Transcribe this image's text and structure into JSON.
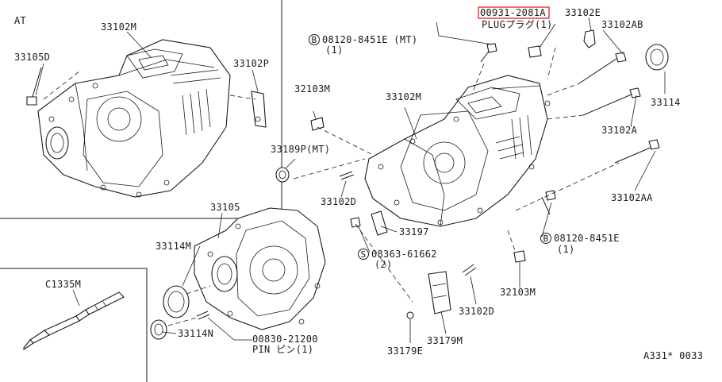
{
  "labels": {
    "at": "AT",
    "p33102M_top": "33102M",
    "p33105D": "33105D",
    "p33102P": "33102P",
    "p33105": "33105",
    "p33114M": "33114M",
    "p33114N": "33114N",
    "pin_code": "00830-21200",
    "pin_name": "PIN ピン(1)",
    "c1335m": "C1335M",
    "plug_code": "00931-2081A",
    "plug_name": "PLUGプラグ(1)",
    "p33102E": "33102E",
    "p33102AB": "33102AB",
    "b_mt_code": "08120-8451E (MT)",
    "b_mt_qty": "(1)",
    "p33114": "33114",
    "p32103M_top": "32103M",
    "p33102M_mid": "33102M",
    "p33102A": "33102A",
    "p33189P": "33189P(MT)",
    "p33102D_top": "33102D",
    "p33197": "33197",
    "p33102AA": "33102AA",
    "b_code": "08120-8451E",
    "b_qty": "(1)",
    "s_code": "08363-61662",
    "s_qty": "(2)",
    "p32103M_bot": "32103M",
    "p33102D_bot": "33102D",
    "p33179M": "33179M",
    "p33179E": "33179E",
    "ref": "A331* 0033",
    "circle_b": "B",
    "circle_s": "S"
  },
  "highlight_color": "#e01010"
}
